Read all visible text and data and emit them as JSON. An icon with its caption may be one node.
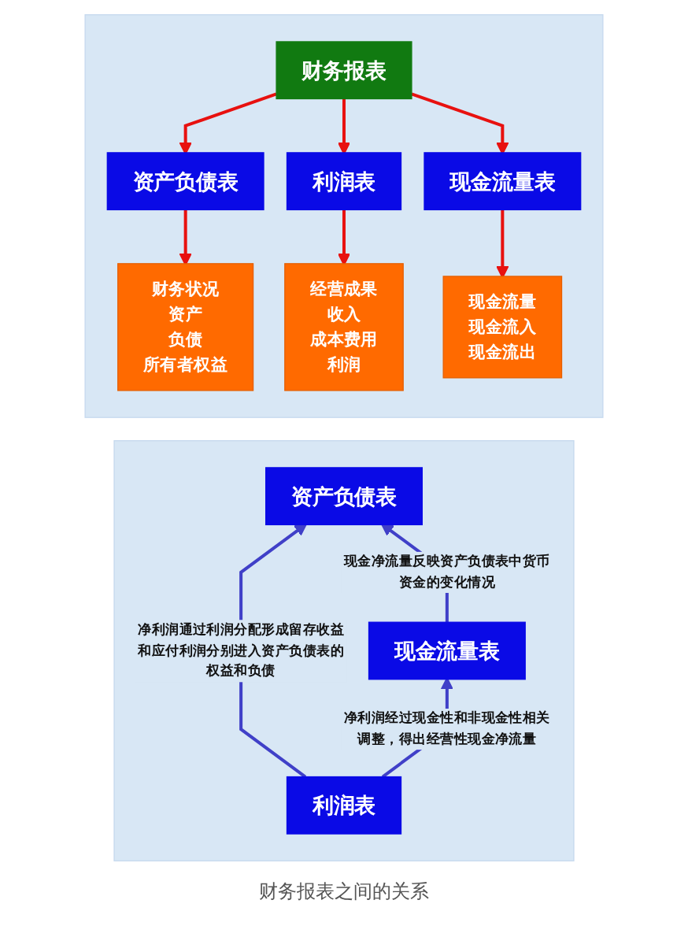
{
  "diagram": {
    "caption": "财务报表之间的关系",
    "nodes": [
      {
        "text": [],
        "shape": "box"
      },
      {
        "text": [
          "财务报表"
        ],
        "in": 0
      },
      {
        "text": [
          "资产负债表"
        ],
        "in": 0
      },
      {
        "text": [
          "利润表"
        ],
        "in": 0
      },
      {
        "text": [
          "现金流量表"
        ],
        "in": 0
      },
      {
        "text": [
          "财务状况",
          "资产",
          "负债",
          "所有者权益"
        ],
        "in": 0
      },
      {
        "text": [
          "经营成果",
          "收入",
          "成本费用",
          "利润"
        ],
        "in": 0
      },
      {
        "text": [
          "现金流量",
          "现金流入",
          "现金流出"
        ],
        "in": 0
      },
      {
        "text": [],
        "shape": "box"
      },
      {
        "text": [
          "资产负债表"
        ],
        "in": 8
      },
      {
        "text": [
          "利润表"
        ],
        "in": 8
      },
      {
        "text": [
          "现金流量表"
        ],
        "in": 8
      }
    ],
    "edges": [
      {
        "from": 1,
        "to": 2,
        "arrow": "to"
      },
      {
        "from": 1,
        "to": 3,
        "arrow": "to"
      },
      {
        "from": 1,
        "to": 4,
        "arrow": "to"
      },
      {
        "from": 2,
        "to": 5,
        "arrow": "to"
      },
      {
        "from": 3,
        "to": 6,
        "arrow": "to"
      },
      {
        "from": 4,
        "to": 7,
        "arrow": "to"
      },
      {
        "from": 10,
        "to": 9,
        "arrow": "to",
        "label": "净利润通过利润分配形成留存收益和应付利润分别进入资产负债表的权益和负债",
        "color": "#4040c8"
      },
      {
        "from": 11,
        "to": 9,
        "arrow": "to",
        "label": "现金净流量反映资产负债表中货币资金的变化情况",
        "color": "#4040c8"
      },
      {
        "from": 10,
        "to": 11,
        "arrow": "to",
        "label": "净利润经过现金性和非现金性相关调整，得出经营性现金净流量",
        "color": "#4040c8"
      }
    ]
  }
}
